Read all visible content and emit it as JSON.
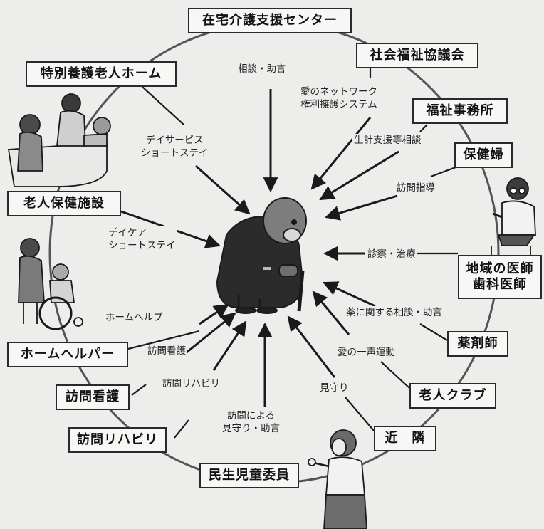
{
  "colors": {
    "background": "#ededeb",
    "line": "#2a2a2a",
    "box_fill": "#f7f7f5"
  },
  "nodes": {
    "zaitaku": "在宅介護支援センター",
    "shakai": "社会福祉協議会",
    "fukushi": "福祉事務所",
    "hokenfu": "保健婦",
    "ishi_l1": "地域の医師",
    "ishi_l2": "歯科医師",
    "yakuzai": "薬剤師",
    "roujin_club": "老人クラブ",
    "kinrin": "近　隣",
    "minsei": "民生児童委員",
    "houmon_reha": "訪問リハビリ",
    "houmon_kango": "訪問看護",
    "helper": "ホームヘルパー",
    "hoken_shisetsu": "老人保健施設",
    "tokubetsu": "特別養護老人ホーム"
  },
  "edges": {
    "soudan_jogen": "相談・助言",
    "ai_net_1": "愛のネットワーク",
    "ai_net_2": "権利擁護システム",
    "seikei": "生計支援等相談",
    "houmon_shidou": "訪問指導",
    "shinsatsu": "診察・治療",
    "kusuri": "薬に関する相談・助言",
    "hitokoe": "愛の一声運動",
    "mimamori": "見守り",
    "houmon_mimamori_1": "訪問による",
    "houmon_mimamori_2": "見守り・助言",
    "reha": "訪問リハビリ",
    "kango": "訪問看護",
    "homehelp": "ホームヘルプ",
    "daycare_1": "デイケア",
    "daycare_2": "ショートステイ",
    "dayservice_1": "デイサービス",
    "dayservice_2": "ショートステイ"
  },
  "illustrations": [
    "elderly-man-with-cane",
    "bathing-care-scene",
    "wheelchair-care-scene",
    "doctor-seated",
    "neighbor-woman"
  ]
}
